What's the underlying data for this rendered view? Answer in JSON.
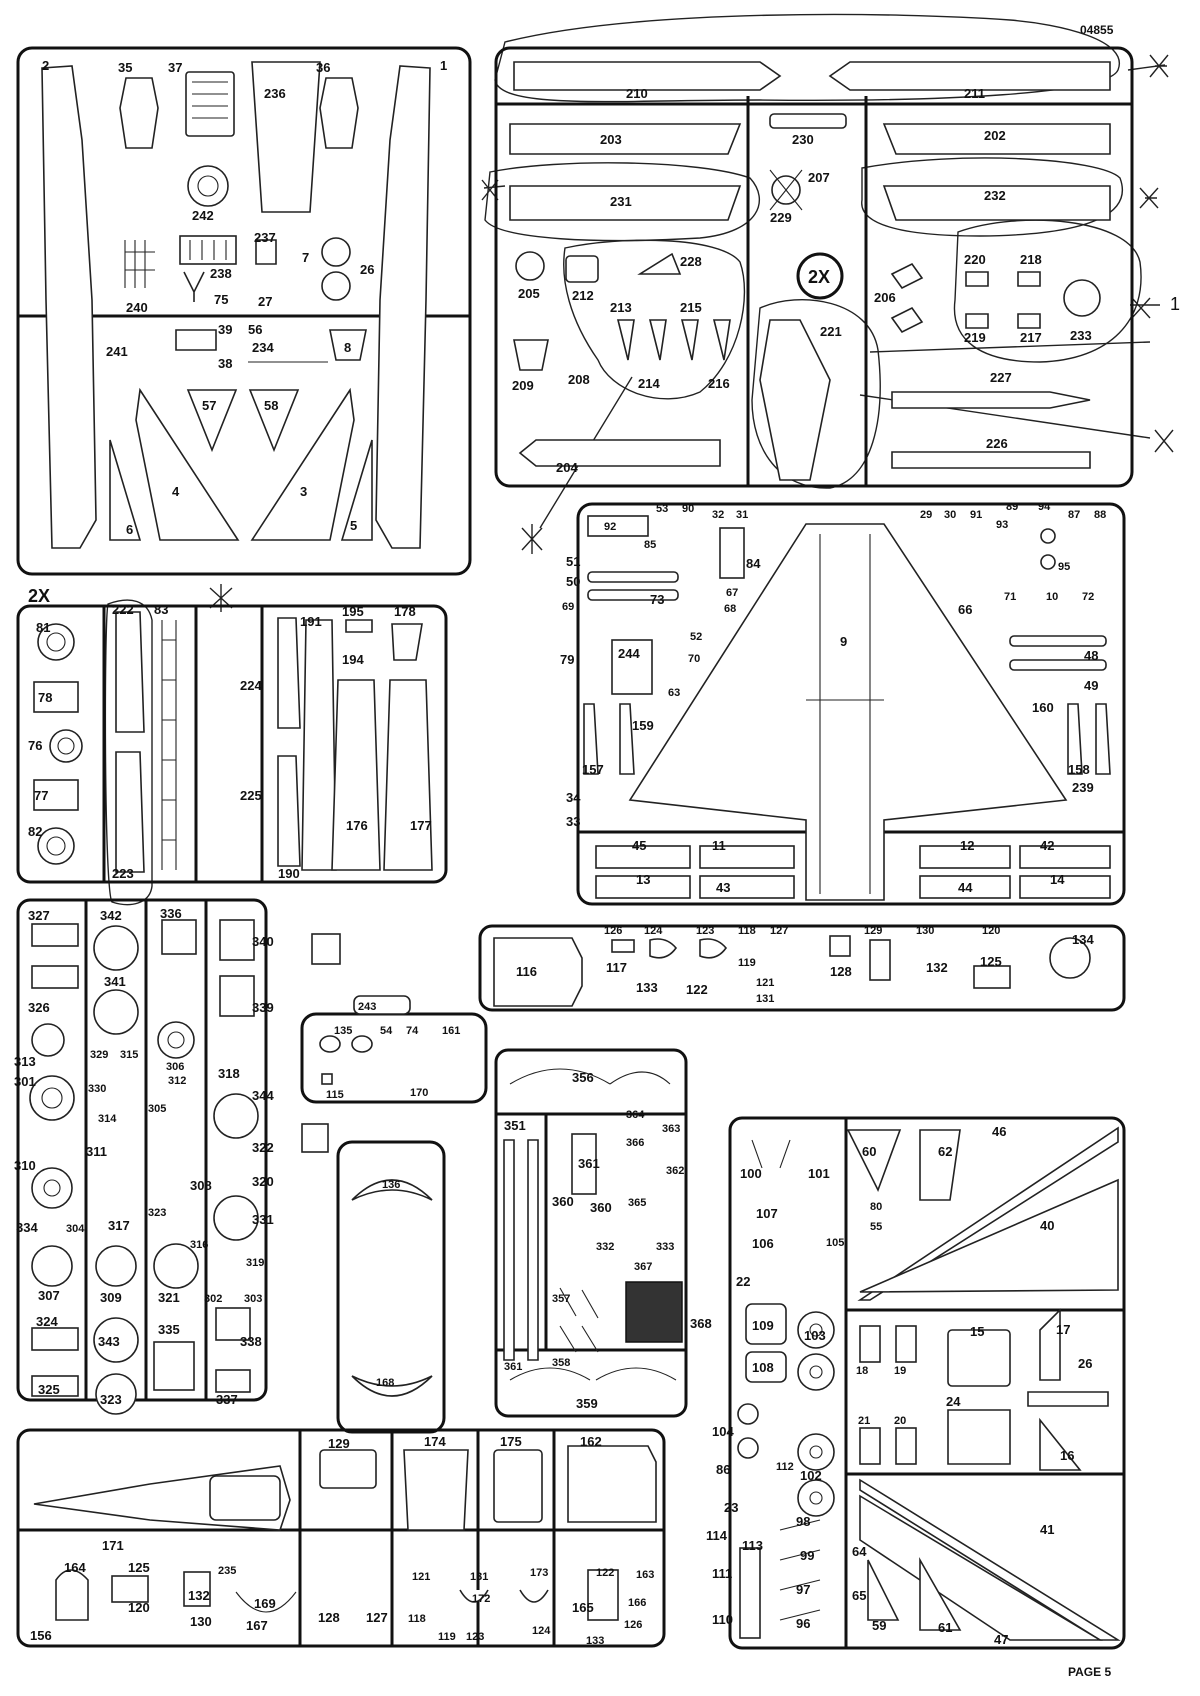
{
  "header": {
    "code": "04855"
  },
  "footer": {
    "page": "PAGE 5"
  },
  "multipliers": {
    "upper_right": "2X",
    "mid_left": "2X"
  },
  "annotation": {
    "margin_digit": "1"
  },
  "frames": {
    "A": [
      "2",
      "35",
      "37",
      "236",
      "36",
      "1",
      "242",
      "237",
      "7",
      "26",
      "238",
      "75",
      "240",
      "27",
      "56",
      "39",
      "38",
      "234",
      "8",
      "241",
      "57",
      "58",
      "4",
      "3",
      "6",
      "5"
    ],
    "B": [
      "210",
      "211",
      "230",
      "203",
      "202",
      "207",
      "231",
      "232",
      "229",
      "228",
      "220",
      "218",
      "205",
      "212",
      "213",
      "215",
      "206",
      "221",
      "233",
      "219",
      "217",
      "209",
      "208",
      "214",
      "216",
      "227",
      "204",
      "226"
    ],
    "C": [
      "81",
      "222",
      "83",
      "195",
      "178",
      "191",
      "194",
      "78",
      "224",
      "76",
      "77",
      "225",
      "82",
      "223",
      "176",
      "177",
      "190"
    ],
    "D": [
      "53",
      "90",
      "32",
      "31",
      "29",
      "30",
      "91",
      "89",
      "94",
      "87",
      "88",
      "92",
      "85",
      "93",
      "95",
      "51",
      "84",
      "50",
      "73",
      "67",
      "69",
      "68",
      "71",
      "10",
      "72",
      "9",
      "66",
      "52",
      "79",
      "244",
      "70",
      "48",
      "63",
      "49",
      "159",
      "160",
      "157",
      "158",
      "239",
      "34",
      "33",
      "45",
      "11",
      "12",
      "42",
      "13",
      "43",
      "44",
      "14"
    ],
    "E": [
      "126",
      "124",
      "123",
      "118",
      "127",
      "129",
      "130",
      "120",
      "134",
      "116",
      "117",
      "119",
      "128",
      "125",
      "133",
      "122",
      "121",
      "132",
      "131"
    ],
    "F": [
      "327",
      "342",
      "336",
      "340",
      "341",
      "339",
      "326",
      "329",
      "315",
      "313",
      "306",
      "312",
      "318",
      "301",
      "330",
      "305",
      "344",
      "314",
      "322",
      "310",
      "311",
      "308",
      "320",
      "334",
      "304",
      "317",
      "323",
      "331",
      "316",
      "319",
      "307",
      "309",
      "321",
      "302",
      "303",
      "338",
      "324",
      "343",
      "335",
      "325",
      "323",
      "337"
    ],
    "G": [
      "243",
      "135",
      "54",
      "74",
      "161",
      "115",
      "170",
      "136",
      "168"
    ],
    "H": [
      "356",
      "351",
      "364",
      "363",
      "366",
      "361",
      "362",
      "360",
      "360",
      "365",
      "332",
      "333",
      "367",
      "357",
      "368",
      "361",
      "358",
      "359"
    ],
    "I": [
      "60",
      "62",
      "46",
      "100",
      "101",
      "80",
      "55",
      "40",
      "107",
      "106",
      "105",
      "22",
      "17",
      "109",
      "103",
      "15",
      "26",
      "108",
      "18",
      "19",
      "104",
      "21",
      "20",
      "24",
      "86",
      "112",
      "102",
      "16",
      "23",
      "41",
      "98",
      "114",
      "113",
      "64",
      "99",
      "111",
      "97",
      "65",
      "59",
      "61",
      "47",
      "110",
      "96"
    ],
    "J": [
      "129",
      "174",
      "175",
      "162",
      "171",
      "164",
      "125",
      "235",
      "121",
      "131",
      "173",
      "122",
      "163",
      "132",
      "120",
      "169",
      "172",
      "165",
      "166",
      "130",
      "167",
      "128",
      "127",
      "118",
      "119",
      "123",
      "124",
      "126",
      "156",
      "133"
    ]
  }
}
